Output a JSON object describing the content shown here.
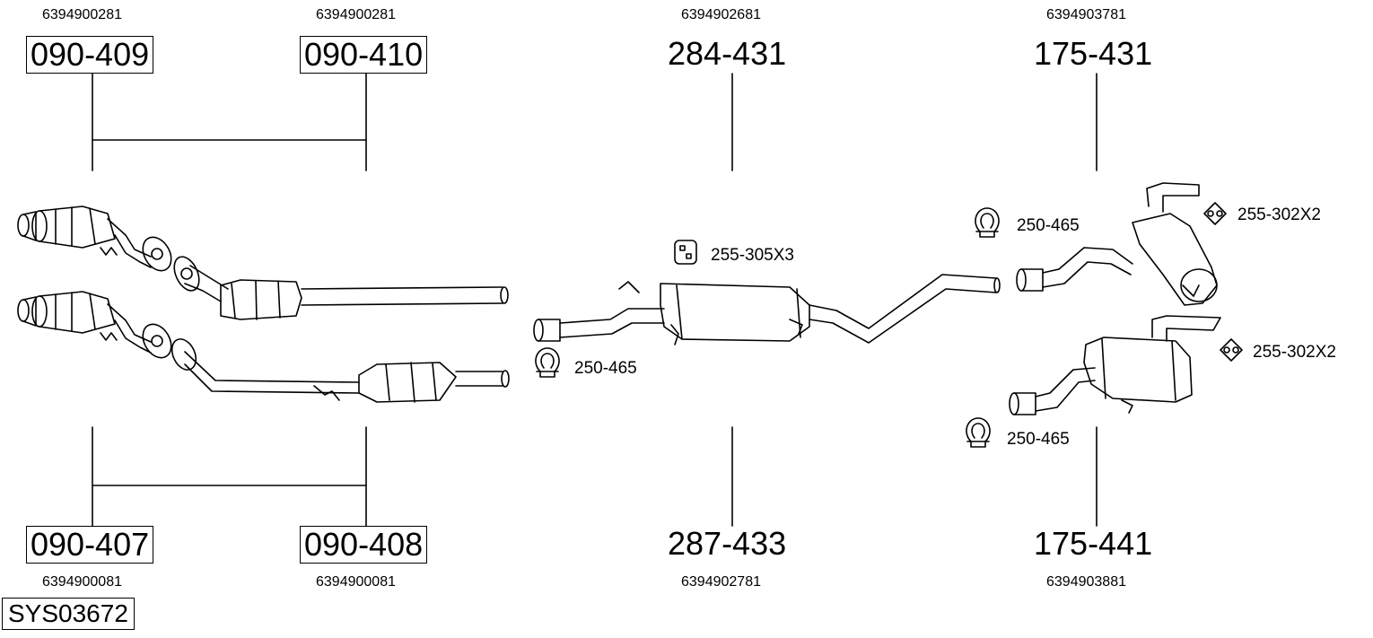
{
  "system_id": "SYS03672",
  "parts": [
    {
      "code": "090-409",
      "oem": "6394900281"
    },
    {
      "code": "090-410",
      "oem": "6394900281"
    },
    {
      "code": "284-431",
      "oem": "6394902681"
    },
    {
      "code": "175-431",
      "oem": "6394903781"
    },
    {
      "code": "090-407",
      "oem": "6394900081"
    },
    {
      "code": "090-408",
      "oem": "6394900081"
    },
    {
      "code": "287-433",
      "oem": "6394902781"
    },
    {
      "code": "175-441",
      "oem": "6394903881"
    }
  ],
  "accessories": [
    {
      "code": "255-305X3",
      "icon": "rubber-hanger-icon"
    },
    {
      "code": "250-465",
      "icon": "pipe-clamp-icon"
    },
    {
      "code": "250-465",
      "icon": "pipe-clamp-icon"
    },
    {
      "code": "255-302X2",
      "icon": "rubber-mount-icon"
    },
    {
      "code": "255-302X2",
      "icon": "rubber-mount-icon"
    },
    {
      "code": "250-465",
      "icon": "pipe-clamp-icon"
    }
  ]
}
